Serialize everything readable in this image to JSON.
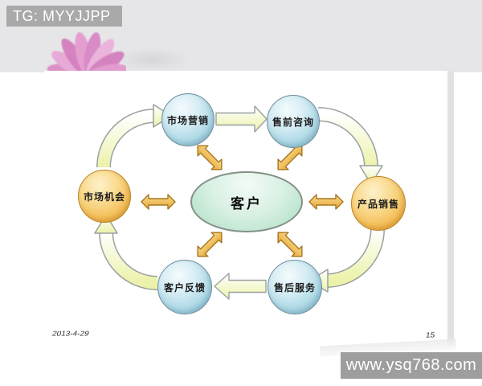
{
  "header": {
    "badge_label": "TG: MYYJJPP"
  },
  "slide": {
    "date": "2013-4-29",
    "page_number": "15"
  },
  "watermark": {
    "text": "www.ysq768.com"
  },
  "diagram": {
    "center": {
      "label": "客户"
    },
    "nodes": [
      {
        "id": "marketing",
        "label": "市场营销",
        "color": "blue"
      },
      {
        "id": "presales-consulting",
        "label": "售前咨询",
        "color": "blue"
      },
      {
        "id": "product-sales",
        "label": "产品销售",
        "color": "orange"
      },
      {
        "id": "aftersales-service",
        "label": "售后服务",
        "color": "blue"
      },
      {
        "id": "customer-feedback",
        "label": "客户反馈",
        "color": "blue"
      },
      {
        "id": "market-opportunity",
        "label": "市场机会",
        "color": "orange"
      }
    ],
    "edges": [
      {
        "from": "market-opportunity",
        "to": "marketing",
        "style": "curved-block-arrow"
      },
      {
        "from": "marketing",
        "to": "presales-consulting",
        "style": "straight-block-arrow"
      },
      {
        "from": "presales-consulting",
        "to": "product-sales",
        "style": "curved-block-arrow"
      },
      {
        "from": "product-sales",
        "to": "aftersales-service",
        "style": "curved-block-arrow"
      },
      {
        "from": "aftersales-service",
        "to": "customer-feedback",
        "style": "straight-block-arrow"
      },
      {
        "from": "customer-feedback",
        "to": "market-opportunity",
        "style": "curved-block-arrow"
      },
      {
        "from": "customer",
        "to": "marketing",
        "style": "double-headed"
      },
      {
        "from": "customer",
        "to": "presales-consulting",
        "style": "double-headed"
      },
      {
        "from": "customer",
        "to": "product-sales",
        "style": "double-headed"
      },
      {
        "from": "customer",
        "to": "aftersales-service",
        "style": "double-headed"
      },
      {
        "from": "customer",
        "to": "customer-feedback",
        "style": "double-headed"
      },
      {
        "from": "customer",
        "to": "market-opportunity",
        "style": "double-headed"
      }
    ],
    "colors": {
      "node_blue": "#aed8e6",
      "node_orange": "#f4bc54",
      "center_green": "#bfe5d0",
      "arrow_gold": "#eeb545",
      "arrow_pale_yellow": "#eff4b4",
      "badge_gray": "#a9a9a9",
      "watermark_gray": "#9e9e9e"
    }
  }
}
